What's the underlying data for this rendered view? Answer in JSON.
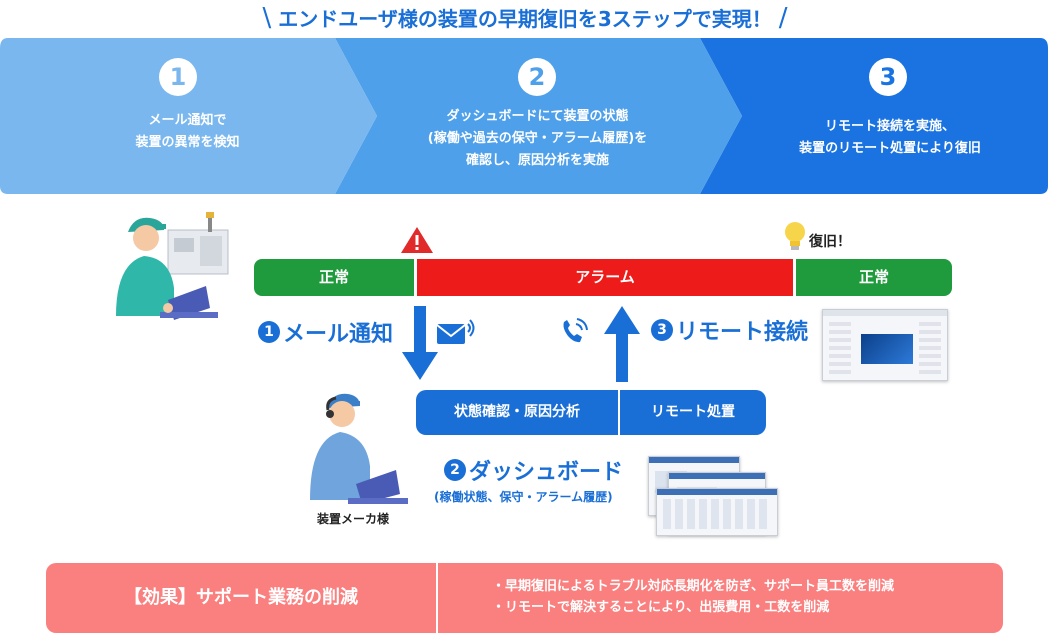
{
  "title": "エンドユーザ様の装置の早期復旧を3ステップで実現！",
  "steps": [
    {
      "num": "1",
      "text": "メール通知で\n装置の異常を検知",
      "color": "#7ab7ee"
    },
    {
      "num": "2",
      "text": "ダッシュボードにて装置の状態\n(稼働や過去の保守・アラーム履歴)を\n確認し、原因分析を実施",
      "color": "#4fa0ea"
    },
    {
      "num": "3",
      "text": "リモート接続を実施、\n装置のリモート処置により復旧",
      "color": "#1a73e0"
    }
  ],
  "timeline": {
    "normal_label_1": "正常",
    "alarm_label": "アラーム",
    "normal_label_2": "正常",
    "recovery_label": "復旧！"
  },
  "labels": {
    "mail_num": "1",
    "mail": "メール通知",
    "remote_num": "3",
    "remote": "リモート接続",
    "dashboard_num": "2",
    "dashboard": "ダッシュボード",
    "dashboard_sub": "(稼働状態、保守・アラーム履歴)",
    "maker": "装置メーカ様"
  },
  "actions": {
    "analysis": "状態確認・原因分析",
    "remote_action": "リモート処置"
  },
  "effect": {
    "title": "【効果】サポート業務の削減",
    "line1": "・早期復旧によるトラブル対応長期化を防ぎ、サポート員工数を削減",
    "line2": "・リモートで解決することにより、出張費用・工数を削減"
  },
  "colors": {
    "blue": "#1a6fd6",
    "green": "#1f9a3c",
    "red": "#ee1b1b",
    "effect": "#fa8080"
  }
}
